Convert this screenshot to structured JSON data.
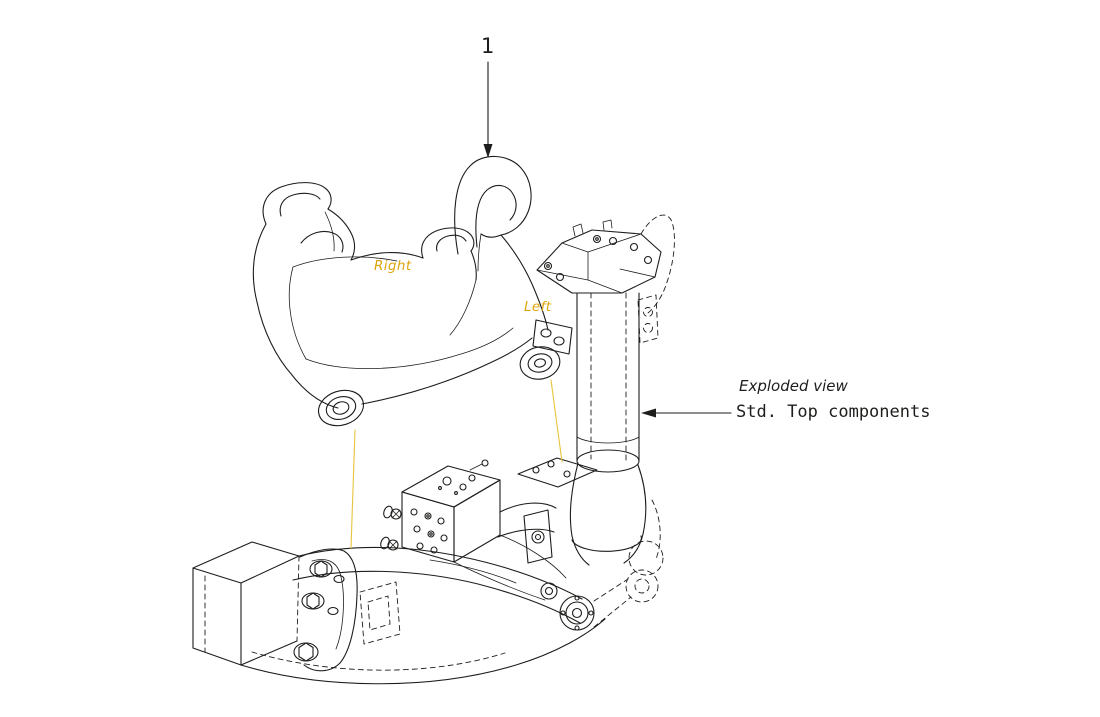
{
  "diagram": {
    "item_callout": "1",
    "labels": {
      "right": "Right",
      "left": "Left"
    },
    "caption": {
      "title": "Exploded view",
      "subtitle": "Std. Top components"
    },
    "colors": {
      "background": "#ffffff",
      "line": "#1d1d1b",
      "accent_label": "#dea50b",
      "leader_line": "#e8c43c"
    }
  }
}
